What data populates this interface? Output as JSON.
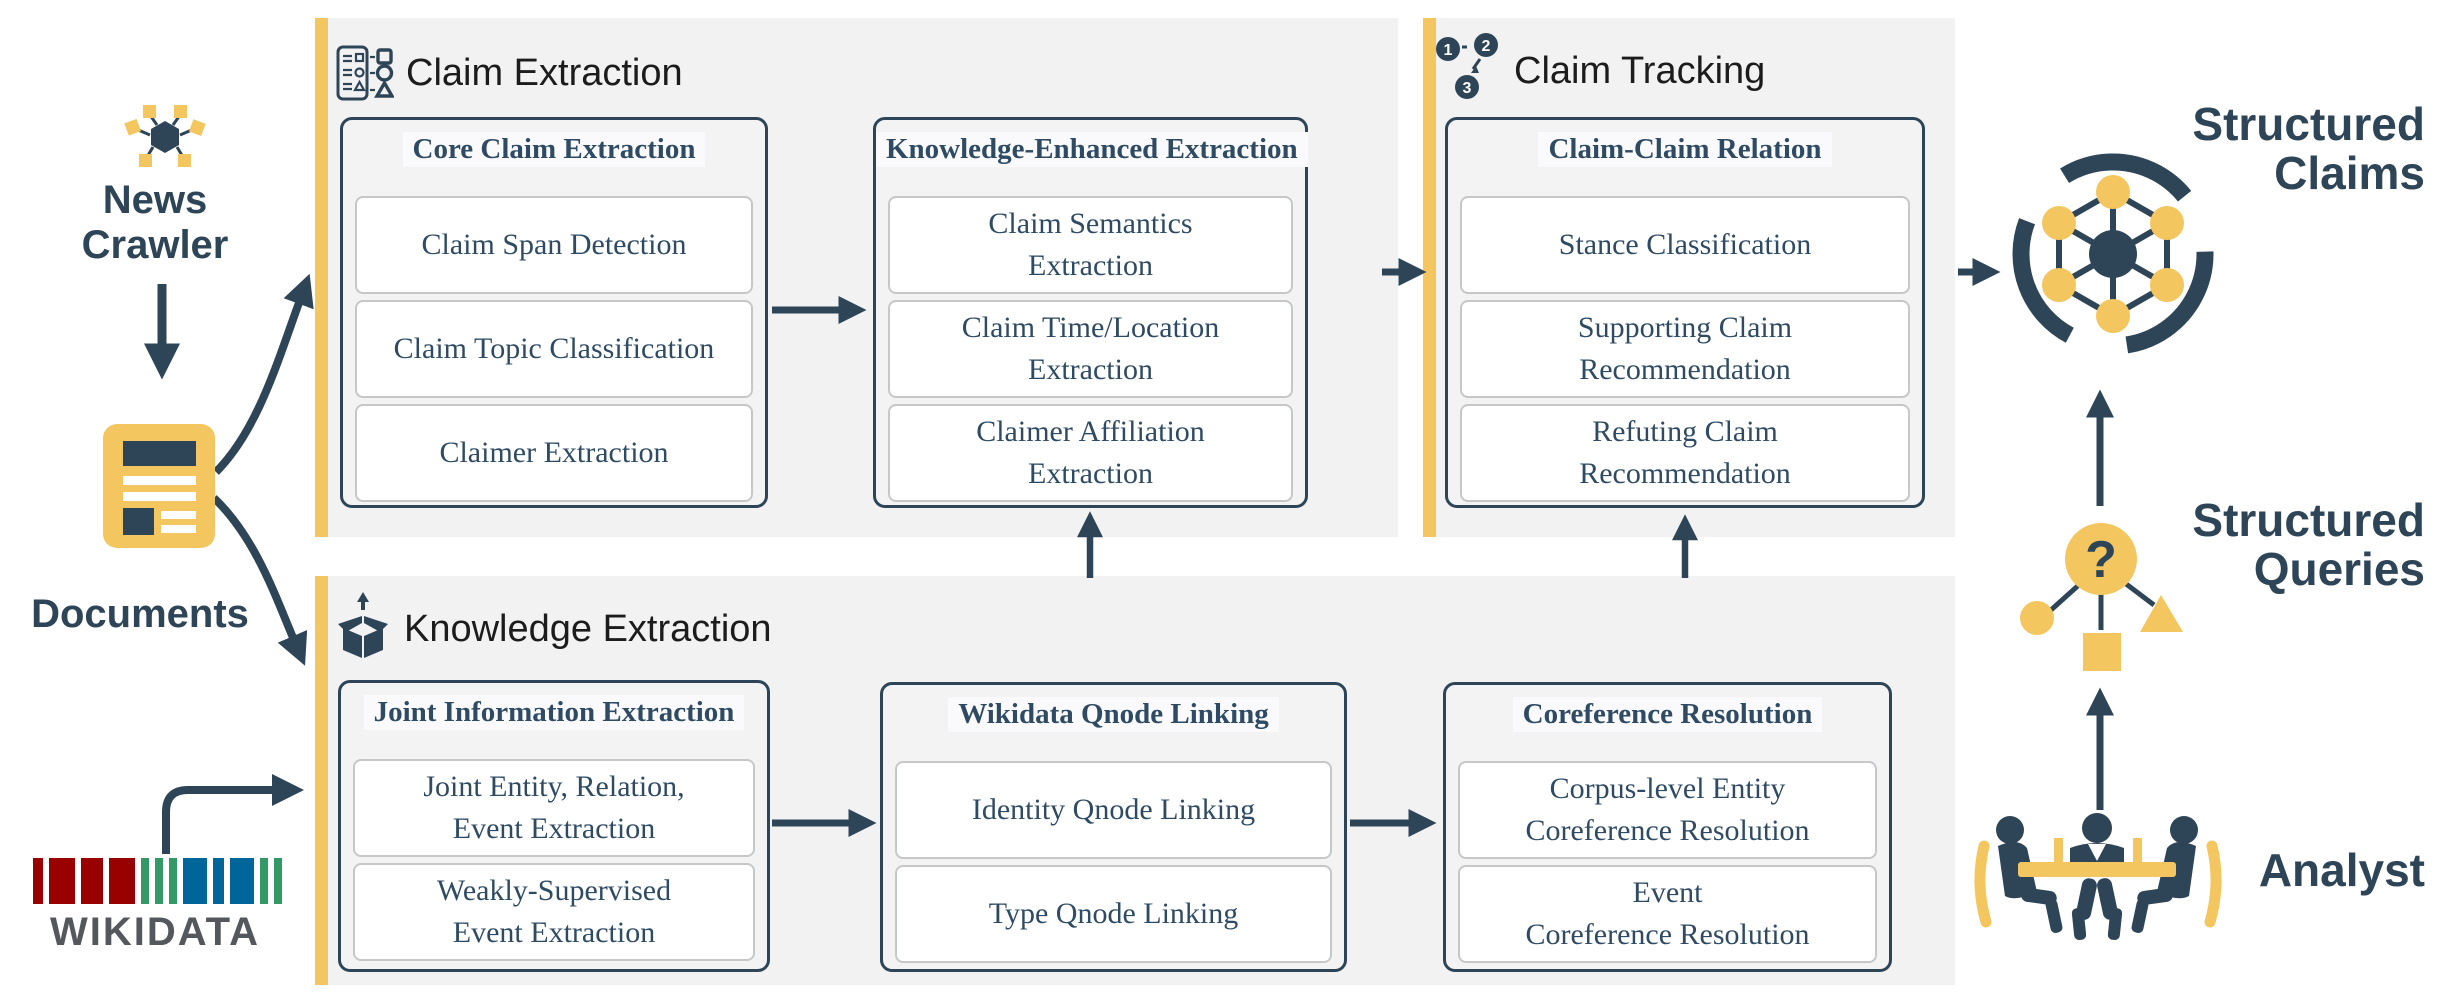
{
  "palette": {
    "navy": "#2E4558",
    "yellow": "#F3C65F",
    "panel_gray": "#F2F2F3",
    "title_dark": "#1C1C1C",
    "serif_text": "#2F4B63",
    "item_border": "#C5C7C9",
    "wikidata_red": "#990000",
    "wikidata_green": "#339966",
    "wikidata_blue": "#006699",
    "wikidata_text": "#54585D"
  },
  "left": {
    "news_crawler_label": "News\nCrawler",
    "documents_label": "Documents",
    "wikidata_label": "WIKIDATA",
    "wikidata_stripes": [
      "background:#990000;width:10px",
      "background:#990000;width:26px",
      "background:#990000;width:22px",
      "background:#990000;width:26px",
      "background:#339966;width:8px",
      "background:#339966;width:8px",
      "background:#339966;width:8px",
      "background:#006699;width:24px",
      "background:#006699;width:11px",
      "background:#006699;width:24px",
      "background:#339966;width:8px",
      "background:#339966;width:8px"
    ]
  },
  "sections": {
    "claim_extraction": {
      "title": "Claim Extraction",
      "boxes": [
        {
          "header": "Core Claim Extraction",
          "items": [
            "Claim Span Detection",
            "Claim Topic Classification",
            "Claimer Extraction"
          ]
        },
        {
          "header": "Knowledge-Enhanced Extraction",
          "items": [
            "Claim Semantics\nExtraction",
            "Claim Time/Location\nExtraction",
            "Claimer Affiliation\nExtraction"
          ]
        }
      ]
    },
    "claim_tracking": {
      "title": "Claim Tracking",
      "icon_numbers": [
        "1",
        "2",
        "3"
      ],
      "boxes": [
        {
          "header": "Claim-Claim Relation",
          "items": [
            "Stance Classification",
            "Supporting Claim\nRecommendation",
            "Refuting Claim\nRecommendation"
          ]
        }
      ]
    },
    "knowledge_extraction": {
      "title": "Knowledge Extraction",
      "boxes": [
        {
          "header": "Joint Information Extraction",
          "items": [
            "Joint Entity, Relation,\nEvent Extraction",
            "Weakly-Supervised\nEvent Extraction"
          ]
        },
        {
          "header": "Wikidata Qnode Linking",
          "items": [
            "Identity Qnode Linking",
            "Type Qnode Linking"
          ]
        },
        {
          "header": "Coreference Resolution",
          "items": [
            "Corpus-level Entity\nCoreference Resolution",
            "Event\nCoreference Resolution"
          ]
        }
      ]
    }
  },
  "right": {
    "structured_claims_label": "Structured\nClaims",
    "structured_queries_label": "Structured\nQueries",
    "analyst_label": "Analyst",
    "query_icon_glyph": "?"
  }
}
